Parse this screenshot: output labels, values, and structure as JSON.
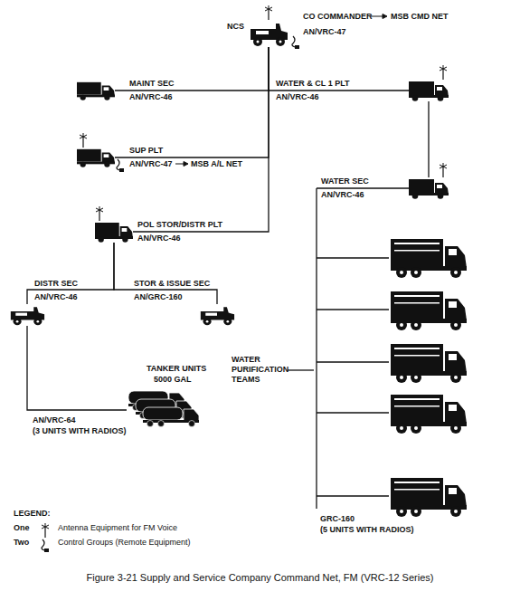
{
  "diagram": {
    "caption": "Figure 3-21 Supply and Service Company Command Net, FM (VRC-12 Series)",
    "nodes": [
      {
        "text": [
          "NCS",
          "CO COMMANDER",
          "AN/VRC-47"
        ]
      },
      {
        "text": [
          "MAINT SEC",
          "AN/VRC-46"
        ]
      },
      {
        "text": [
          "WATER & CL 1 PLT",
          "AN/VRC-46"
        ]
      },
      {
        "text": [
          "SUP PLT",
          "AN/VRC-47"
        ]
      },
      {
        "text": [
          "POL STOR/DISTR PLT",
          "AN/VRC-46"
        ]
      },
      {
        "text": [
          "DISTR SEC",
          "AN/VRC-46"
        ]
      },
      {
        "text": [
          "STOR & ISSUE SEC",
          "AN/GRC-160"
        ]
      },
      {
        "text": [
          "TANKER UNITS",
          "5000 GAL"
        ]
      },
      {
        "text": [
          "WATER SEC",
          "AN/VRC-46"
        ]
      }
    ],
    "edges": [
      {
        "from": 0,
        "to": 1,
        "arrow": "none"
      },
      {
        "from": 0,
        "to": 2,
        "arrow": "none"
      },
      {
        "from": 0,
        "to": 3,
        "arrow": "none"
      },
      {
        "from": 0,
        "to": 4,
        "arrow": "none"
      },
      {
        "from": 2,
        "to": 8,
        "arrow": "none"
      },
      {
        "from": 4,
        "to": 5,
        "arrow": "none"
      },
      {
        "from": 4,
        "to": 6,
        "arrow": "none"
      },
      {
        "from": 5,
        "to": 7,
        "arrow": "none"
      }
    ],
    "labels": [
      "MSB CMD NET",
      "MSB A/L NET",
      "AN/VRC-64",
      "(3 UNITS WITH RADIOS)",
      "WATER PURIFICATION TEAMS",
      "GRC-160",
      "(5 UNITS WITH RADIOS)",
      "LEGEND:",
      "One",
      "Two"
    ],
    "legend": [
      {
        "text": "Antenna Equipment for FM Voice"
      },
      {
        "text": "Control Groups (Remote Equipment)"
      }
    ]
  }
}
